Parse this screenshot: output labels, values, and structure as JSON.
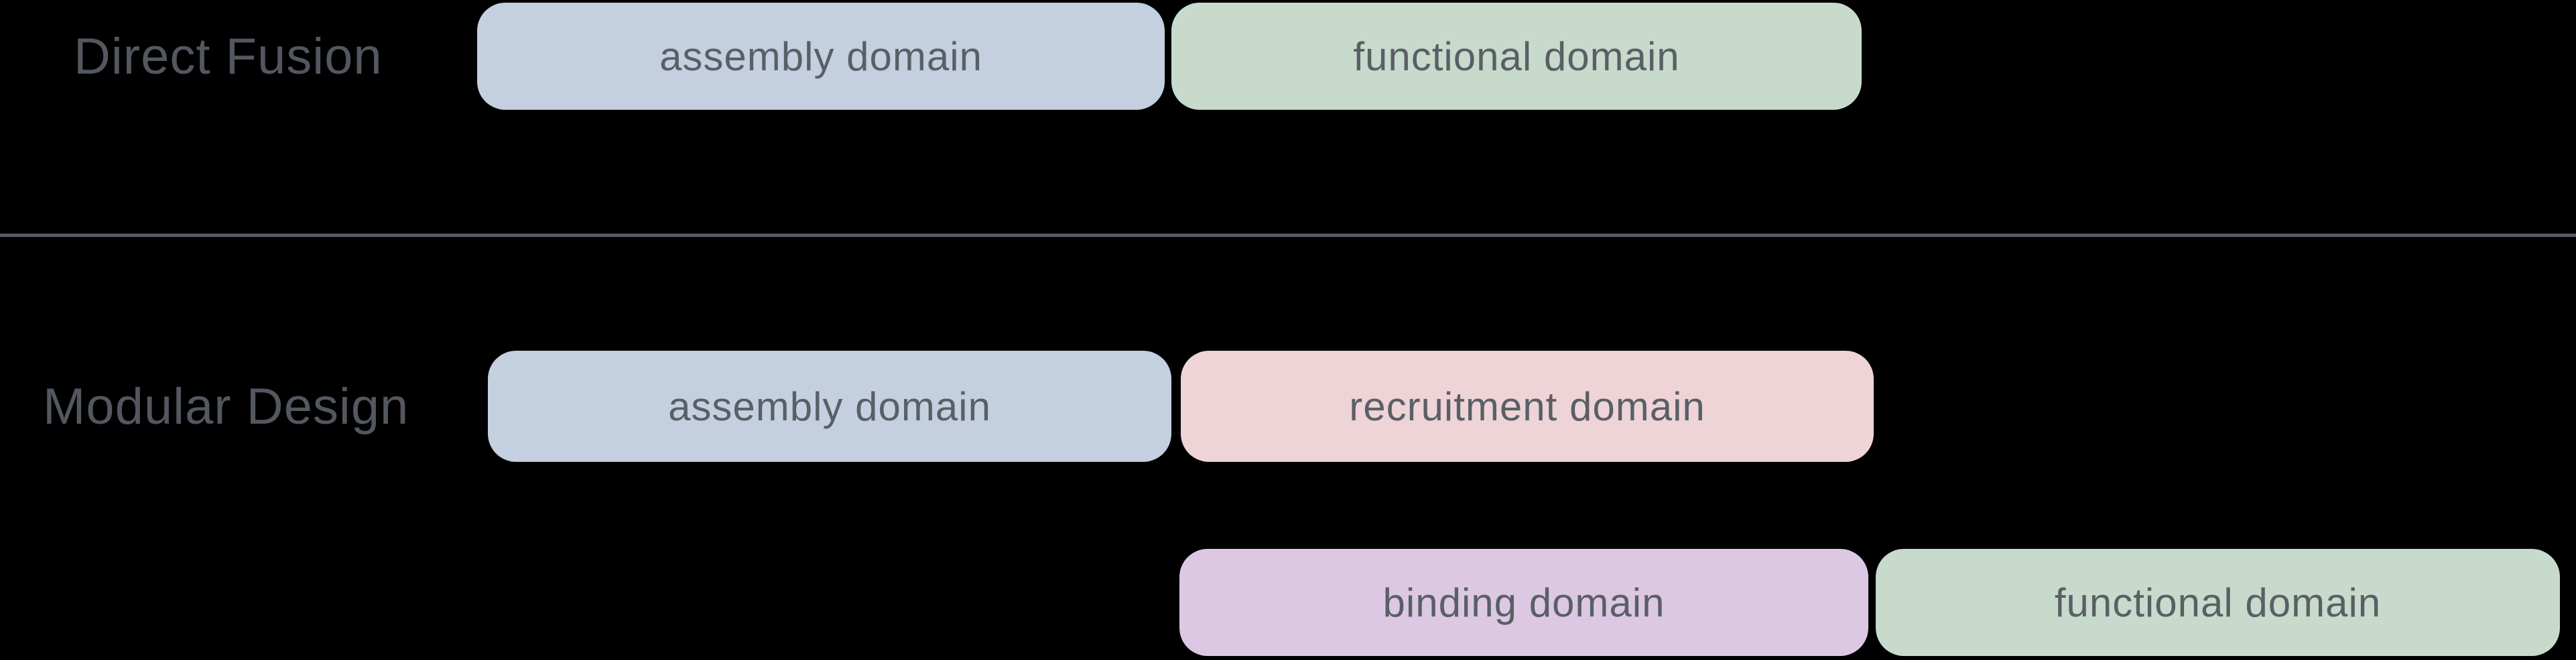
{
  "diagram": {
    "direct_fusion": {
      "label": "Direct Fusion",
      "assembly_domain": "assembly domain",
      "functional_domain": "functional domain"
    },
    "modular_design": {
      "label": "Modular Design",
      "assembly_domain": "assembly domain",
      "recruitment_domain": "recruitment domain",
      "binding_domain": "binding domain",
      "functional_domain": "functional domain"
    },
    "colors": {
      "assembly": "#c4cfe0",
      "functional": "#c7dacc",
      "recruitment": "#eed3d7",
      "binding": "#dcc8e2",
      "divider": "#555b63",
      "label_text": "#53575f",
      "box_text": "#5a5f66",
      "background": "#000000"
    }
  }
}
